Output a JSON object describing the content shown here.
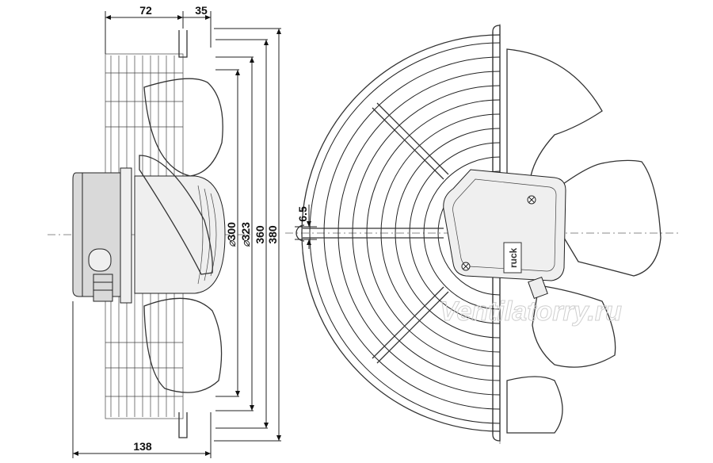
{
  "dimensions": {
    "depth_total": "138",
    "depth_front": "72",
    "depth_back": "35",
    "bracket_thickness": "6.5",
    "diameter_300": "300",
    "diameter_323": "323",
    "diameter_360": "360",
    "diameter_380": "380",
    "diameter_symbol": "⌀"
  },
  "watermark": "Ventilatorry.ru",
  "badge_text": "ruck"
}
